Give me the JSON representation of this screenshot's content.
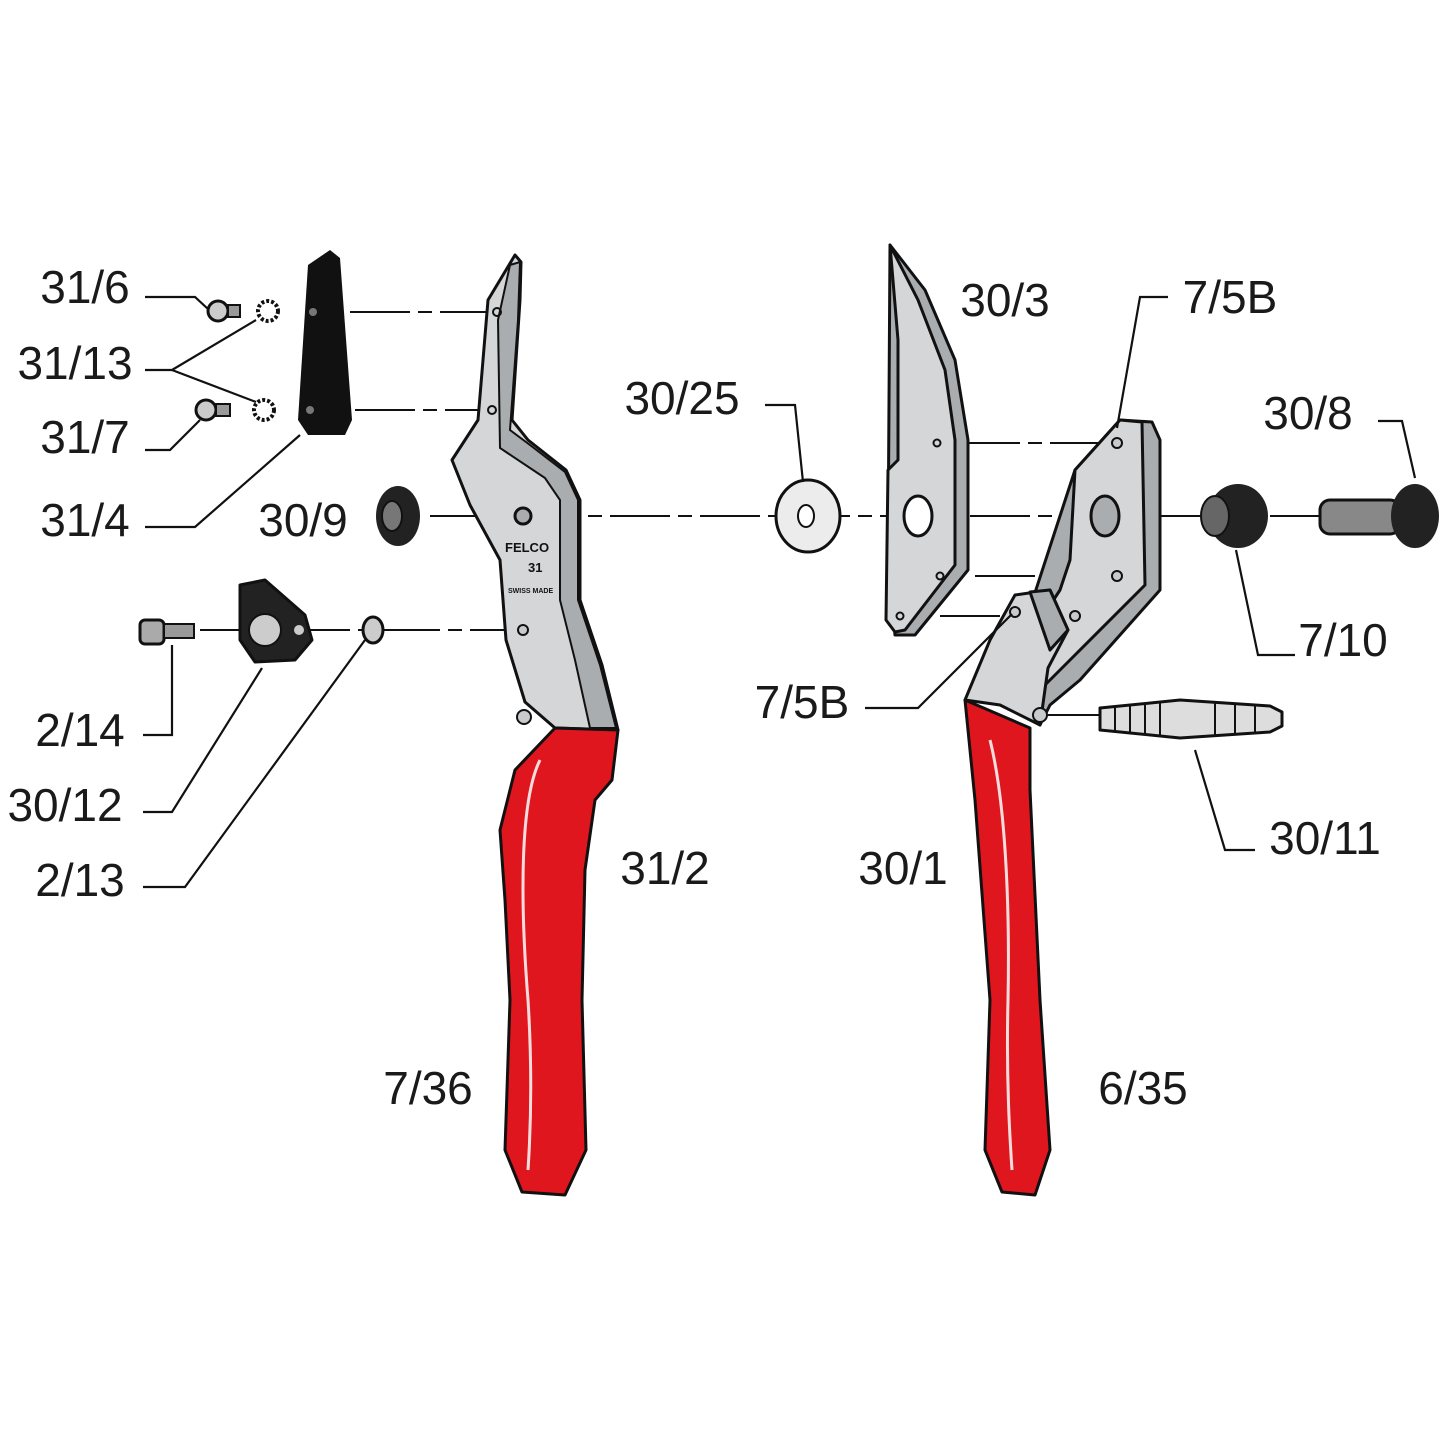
{
  "colors": {
    "handle_grip": "#e0161e",
    "metal": "#d4d6d8",
    "metal_shade": "#a9adb0",
    "plastic": "#111111"
  },
  "handle_marking": {
    "brand": "FELCO",
    "model": "31",
    "origin": "SWISS MADE"
  },
  "labels": [
    {
      "text": "31/6"
    },
    {
      "text": "31/13"
    },
    {
      "text": "31/7"
    },
    {
      "text": "31/4"
    },
    {
      "text": "30/9"
    },
    {
      "text": "2/14"
    },
    {
      "text": "30/12"
    },
    {
      "text": "2/13"
    },
    {
      "text": "31/2"
    },
    {
      "text": "7/36"
    },
    {
      "text": "30/25"
    },
    {
      "text": "30/3"
    },
    {
      "text": "7/5B"
    },
    {
      "text": "30/8"
    },
    {
      "text": "7/10"
    },
    {
      "text": "7/5B"
    },
    {
      "text": "30/11"
    },
    {
      "text": "30/1"
    },
    {
      "text": "6/35"
    }
  ]
}
